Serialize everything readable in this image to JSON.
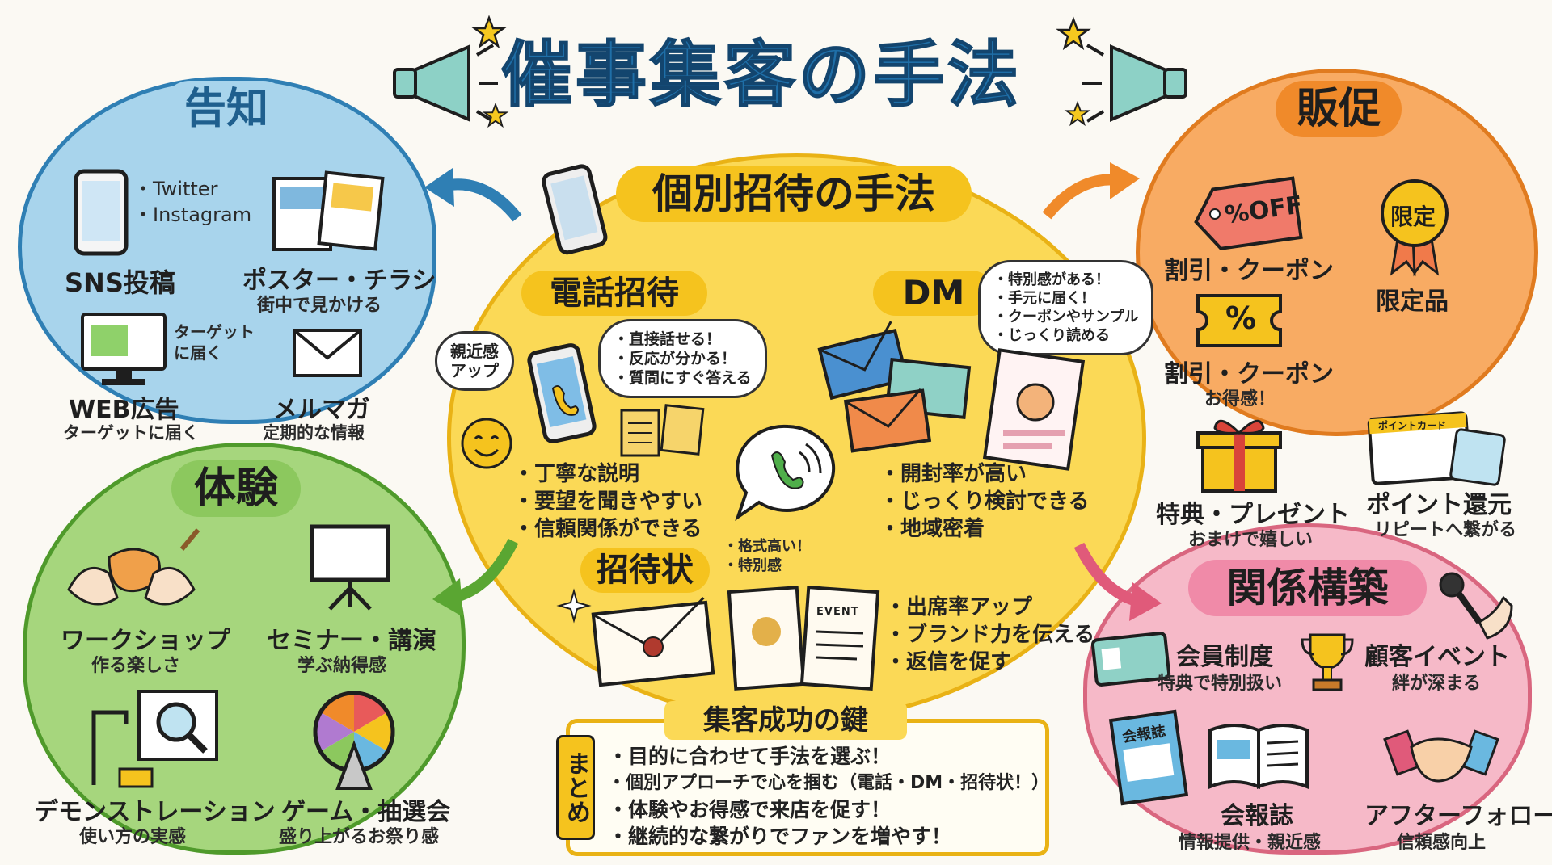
{
  "title": "催事集客の手法",
  "center": {
    "title": "個別招待の手法",
    "phone": {
      "label": "電話招待",
      "bubble_left": "親近感\nアップ",
      "bubble_right": "・直接話せる！\n・反応が分かる！\n・質問にすぐ答える",
      "bullets": [
        "・丁寧な説明",
        "・要望を聞きやすい",
        "・信頼関係ができる"
      ]
    },
    "dm": {
      "label": "DM",
      "bubble": "・特別感がある！\n・手元に届く！\n・クーポンやサンプル\n・じっくり読める",
      "bullets": [
        "・開封率が高い",
        "・じっくり検討できる",
        "・地域密着"
      ]
    },
    "invitation": {
      "label": "招待状",
      "note": "・格式高い！\n・特別感",
      "card_text": "EVENT",
      "bullets": [
        "・出席率アップ",
        "・ブランド力を伝える",
        "・返信を促す"
      ]
    }
  },
  "kokuchi": {
    "title": "告知",
    "sns_list": [
      "・Twitter",
      "・Instagram"
    ],
    "sns_label": "SNS投稿",
    "poster_label": "ポスター・チラシ",
    "poster_sub": "街中で見かける",
    "web_note": "ターゲット\nに届く",
    "web_label": "WEB広告",
    "web_sub": "ターゲットに届く",
    "mail_label": "メルマガ",
    "mail_sub": "定期的な情報"
  },
  "hansoku": {
    "title": "販促",
    "coupon1_tag": "%OFF",
    "coupon1_label": "割引・クーポン",
    "limited_badge": "限定",
    "limited_label": "限定品",
    "coupon2_tag": "%",
    "coupon2_label": "割引・クーポン",
    "coupon2_sub": "お得感！",
    "gift_label": "特典・プレゼント",
    "gift_sub": "おまけで嬉しい",
    "point_card": "ポイントカード",
    "point_label": "ポイント還元",
    "point_sub": "リピートへ繋がる"
  },
  "taiken": {
    "title": "体験",
    "workshop_label": "ワークショップ",
    "workshop_sub": "作る楽しさ",
    "seminar_label": "セミナー・講演",
    "seminar_sub": "学ぶ納得感",
    "demo_label": "デモンストレーション",
    "demo_sub": "使い方の実感",
    "game_label": "ゲーム・抽選会",
    "game_sub": "盛り上がるお祭り感"
  },
  "kankei": {
    "title": "関係構築",
    "member_label": "会員制度",
    "member_sub": "特典で特別扱い",
    "event_label": "顧客イベント",
    "event_sub": "絆が深まる",
    "newsletter_cover": "会報誌",
    "newsletter_label": "会報誌",
    "newsletter_sub": "情報提供・親近感",
    "follow_label": "アフターフォロー",
    "follow_sub": "信頼感向上"
  },
  "summary": {
    "title": "集客成功の鍵",
    "side": "まとめ",
    "items": [
      "・目的に合わせて手法を選ぶ！",
      "・個別アプローチで心を掴む（電話・DM・招待状！）",
      "・体験やお得感で来店を促す！",
      "・継続的な繋がりでファンを増やす！"
    ]
  },
  "colors": {
    "blue": "#a8d4ec",
    "orange": "#f8ab63",
    "green": "#a6d67d",
    "pink": "#f6b9c8",
    "yellow": "#fbd956",
    "title_blue": "#1f6fa8"
  }
}
